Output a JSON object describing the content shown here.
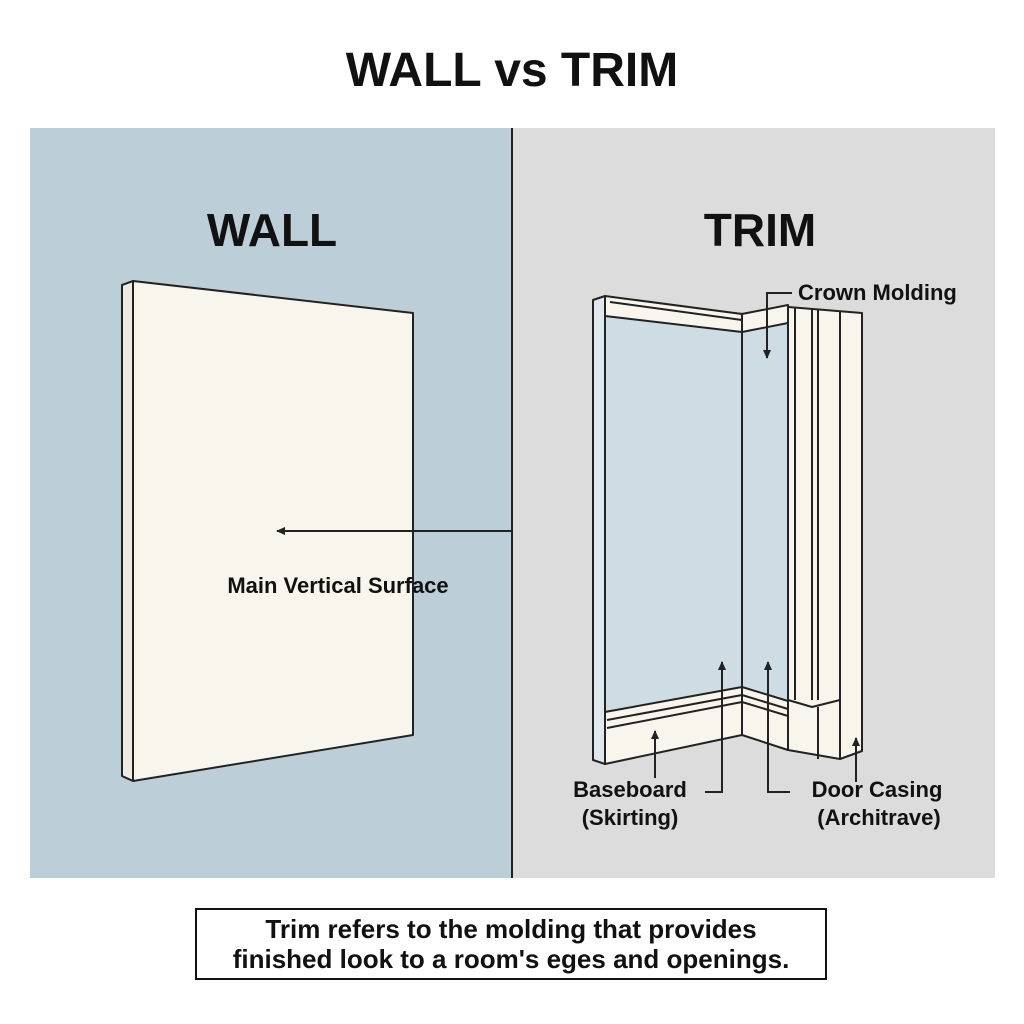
{
  "title": "WALL vs TRIM",
  "left_panel": {
    "heading": "WALL",
    "label": "Main Vertical Surface",
    "background": "#bccfd8",
    "surface_color": "#f8f6ec"
  },
  "right_panel": {
    "heading": "TRIM",
    "background": "#dcdcdc",
    "wall_color": "#cddde3",
    "labels": {
      "crown": "Crown Molding",
      "baseboard_1": "Baseboard",
      "baseboard_2": "(Skirting)",
      "casing_1": "Door Casing",
      "casing_2": "(Architrave)"
    }
  },
  "caption": {
    "line1": "Trim refers to the molding that provides",
    "line2": "finished look to a room's eges and openings."
  }
}
